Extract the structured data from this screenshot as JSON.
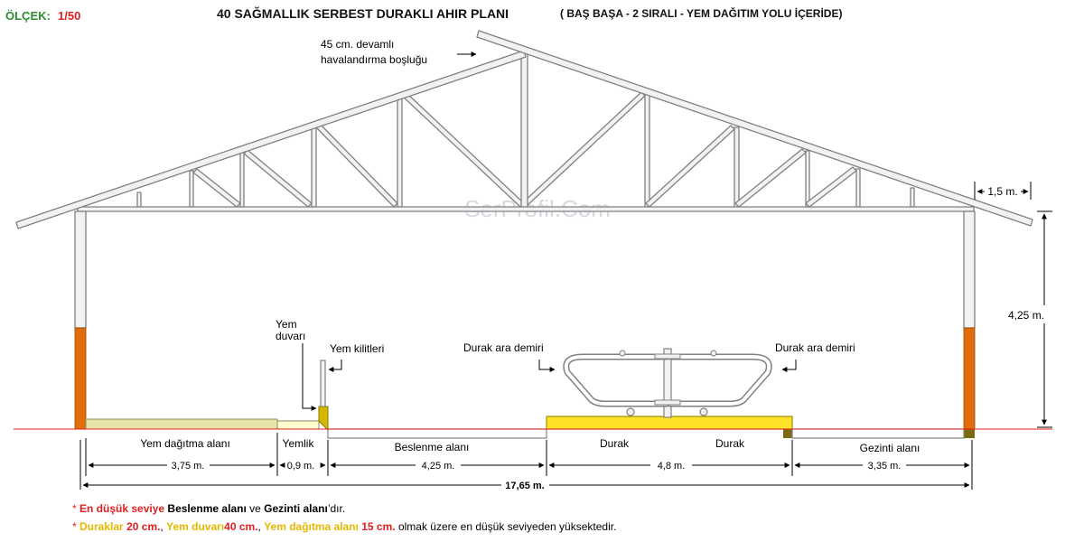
{
  "header": {
    "scale_label": "ÖLÇEK:",
    "scale_value": "1/50",
    "title": "40 SAĞMALLIK  SERBEST DURAKLI AHIR PLANI",
    "subtitle": "( BAŞ BAŞA  - 2 SIRALI - YEM DAĞITIM YOLU İÇERİDE)"
  },
  "watermark": "SerProfil.Com",
  "annotations": {
    "vent_line1": "45 cm. devamlı",
    "vent_line2": "havalandırma boşluğu",
    "feed_wall_line1": "Yem",
    "feed_wall_line2": "duvarı",
    "feed_locks": "Yem kilitleri",
    "stall_bar_left": "Durak ara demiri",
    "stall_bar_right": "Durak ara demiri",
    "overhang": "1,5 m.",
    "height": "4,25 m."
  },
  "areas": {
    "feeding_alley": "Yem dağıtma alanı",
    "trough": "Yemlik",
    "feeding_area": "Beslenme alanı",
    "stall_left": "Durak",
    "stall_right": "Durak",
    "walking_area": "Gezinti alanı"
  },
  "dimensions": {
    "feeding_alley": "3,75 m.",
    "trough": "0,9 m.",
    "feeding_area": "4,25 m.",
    "stalls": "4,8 m.",
    "walking_area": "3,35 m.",
    "total": "17,65 m."
  },
  "notes": {
    "star": "*",
    "n1_a": "En düşük seviye",
    "n1_b": "Beslenme alanı",
    "n1_c": "ve",
    "n1_d": "Gezinti alanı",
    "n1_e": "’dır.",
    "n2_a": "Duraklar",
    "n2_b": "20 cm.",
    "n2_c": ",",
    "n2_d": "Yem duvarı",
    "n2_e": "40 cm.",
    "n2_f": ",",
    "n2_g": "Yem dağıtma alanı",
    "n2_h": "15 cm.",
    "n2_i": "olmak üzere en düşük seviyeden yüksektedir."
  },
  "colors": {
    "structure_fill": "#f2f2f2",
    "structure_stroke": "#808080",
    "wall_lower": "#e06c0a",
    "stall_fill": "#ffe22a",
    "feed_wall": "#d4b800",
    "feeding_alley_fill": "#e8e4a8",
    "ground_line": "#e02020",
    "accent_red": "#e02020",
    "accent_green": "#2e8b2e",
    "accent_yellow": "#e8b800"
  }
}
